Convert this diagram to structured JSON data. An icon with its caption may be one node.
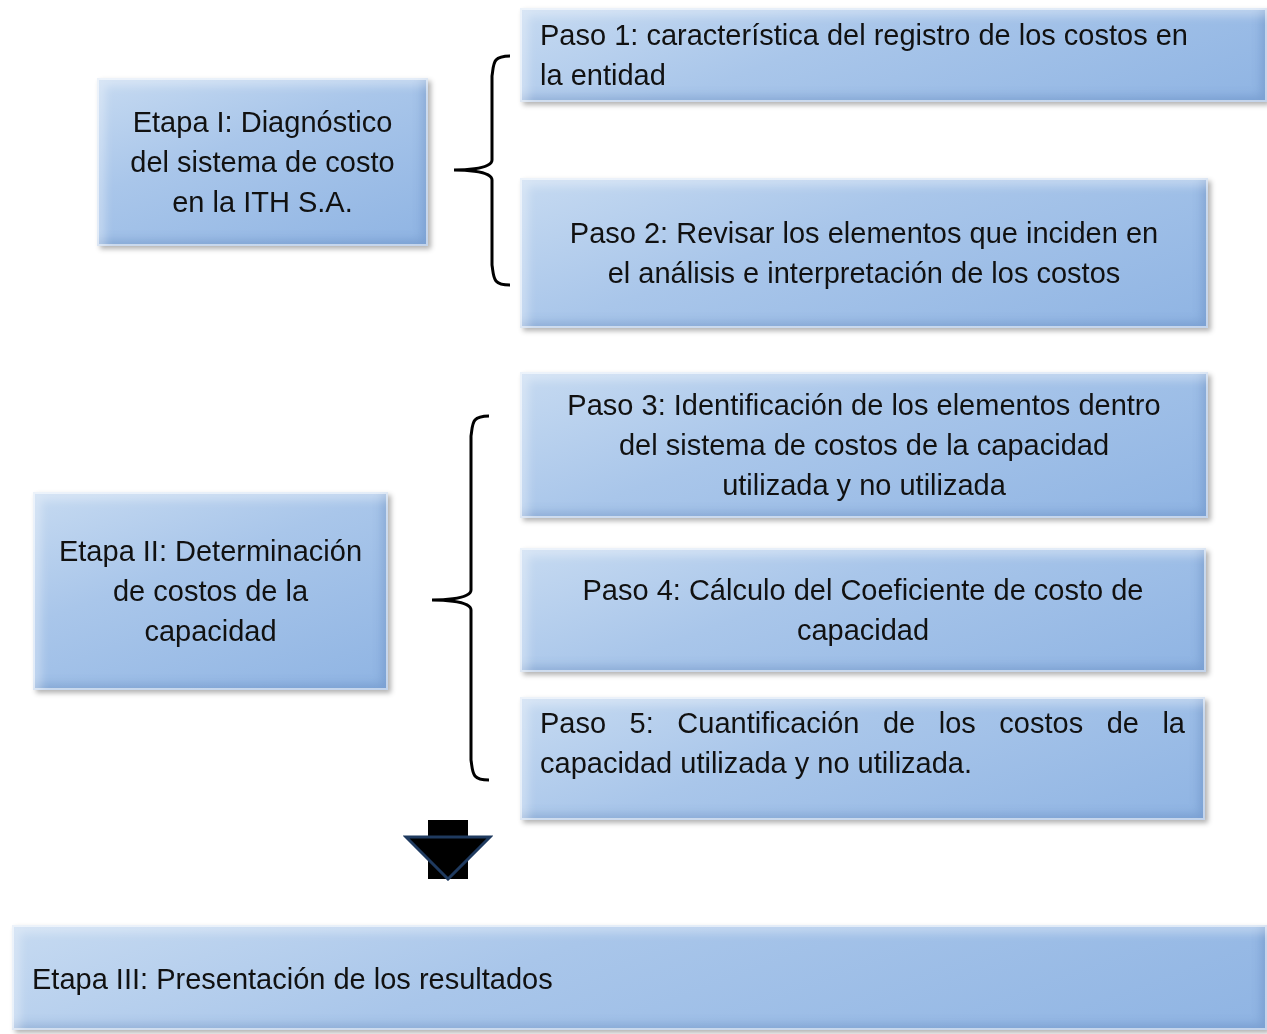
{
  "diagram": {
    "nodes": [
      {
        "text": [
          "Etapa I: Diagnóstico del sistema de costo en la ITH S.A."
        ]
      },
      {
        "text": [
          "Paso 1: característica del registro de los costos en la entidad"
        ]
      },
      {
        "text": [
          "Paso 2: Revisar los elementos que inciden en el análisis e interpretación de los costos"
        ]
      },
      {
        "text": [
          "Etapa II: Determinación de costos de la capacidad"
        ]
      },
      {
        "text": [
          "Paso 3: Identificación de los elementos dentro del sistema de costos de la capacidad utilizada y no utilizada"
        ]
      },
      {
        "text": [
          "Paso 4: Cálculo del Coeficiente de costo de capacidad"
        ]
      },
      {
        "text": [
          "Paso 5: Cuantificación de los costos de la capacidad utilizada y no utilizada."
        ]
      },
      {
        "text": [
          "Etapa III: Presentación de los resultados"
        ]
      }
    ],
    "edges": [
      {
        "from": null,
        "to": 7,
        "arrow": "to"
      }
    ]
  }
}
